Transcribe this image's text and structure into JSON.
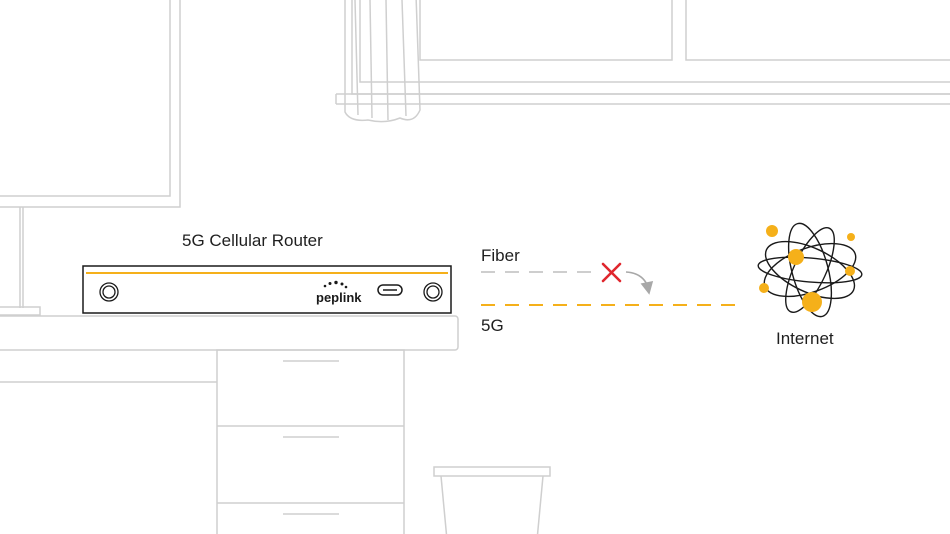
{
  "diagram": {
    "router_title": "5G Cellular Router",
    "brand": "peplink",
    "fiber_label": "Fiber",
    "fiveg_label": "5G",
    "internet_label": "Internet"
  },
  "colors": {
    "accent": "#F5B01A",
    "outline": "#1a1a1a",
    "background_lines": "#cfcfcf",
    "fiber_line": "#bdbdbd",
    "failure_x": "#E0262D"
  },
  "icons": [
    "failure-x-icon",
    "reroute-arrow-icon",
    "globe-internet-icon"
  ]
}
